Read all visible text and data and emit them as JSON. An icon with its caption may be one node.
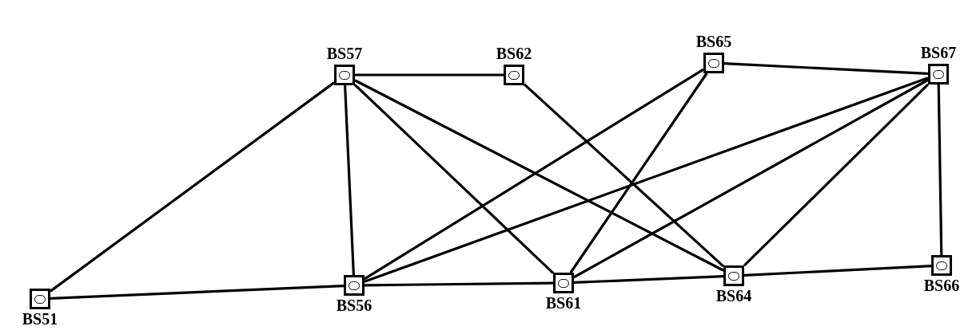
{
  "diagram": {
    "nodes": [
      {
        "text": [
          "BS57"
        ]
      },
      {
        "text": [
          "BS62"
        ]
      },
      {
        "text": [
          "BS65"
        ]
      },
      {
        "text": [
          "BS67"
        ]
      },
      {
        "text": [
          "BS51"
        ]
      },
      {
        "text": [
          "BS56"
        ]
      },
      {
        "text": [
          "BS61"
        ]
      },
      {
        "text": [
          "BS64"
        ]
      },
      {
        "text": [
          "BS66"
        ]
      }
    ],
    "edges": [
      {
        "from": 0,
        "to": 1,
        "arrow": "none"
      },
      {
        "from": 0,
        "to": 4,
        "arrow": "none"
      },
      {
        "from": 0,
        "to": 5,
        "arrow": "none"
      },
      {
        "from": 0,
        "to": 6,
        "arrow": "none"
      },
      {
        "from": 0,
        "to": 7,
        "arrow": "none"
      },
      {
        "from": 1,
        "to": 7,
        "arrow": "none"
      },
      {
        "from": 2,
        "to": 3,
        "arrow": "none"
      },
      {
        "from": 2,
        "to": 5,
        "arrow": "none"
      },
      {
        "from": 2,
        "to": 6,
        "arrow": "none"
      },
      {
        "from": 3,
        "to": 5,
        "arrow": "none"
      },
      {
        "from": 3,
        "to": 6,
        "arrow": "none"
      },
      {
        "from": 3,
        "to": 7,
        "arrow": "none"
      },
      {
        "from": 3,
        "to": 8,
        "arrow": "none"
      },
      {
        "from": 4,
        "to": 5,
        "arrow": "none"
      },
      {
        "from": 5,
        "to": 6,
        "arrow": "none"
      },
      {
        "from": 6,
        "to": 7,
        "arrow": "none"
      },
      {
        "from": 7,
        "to": 8,
        "arrow": "none"
      }
    ]
  }
}
